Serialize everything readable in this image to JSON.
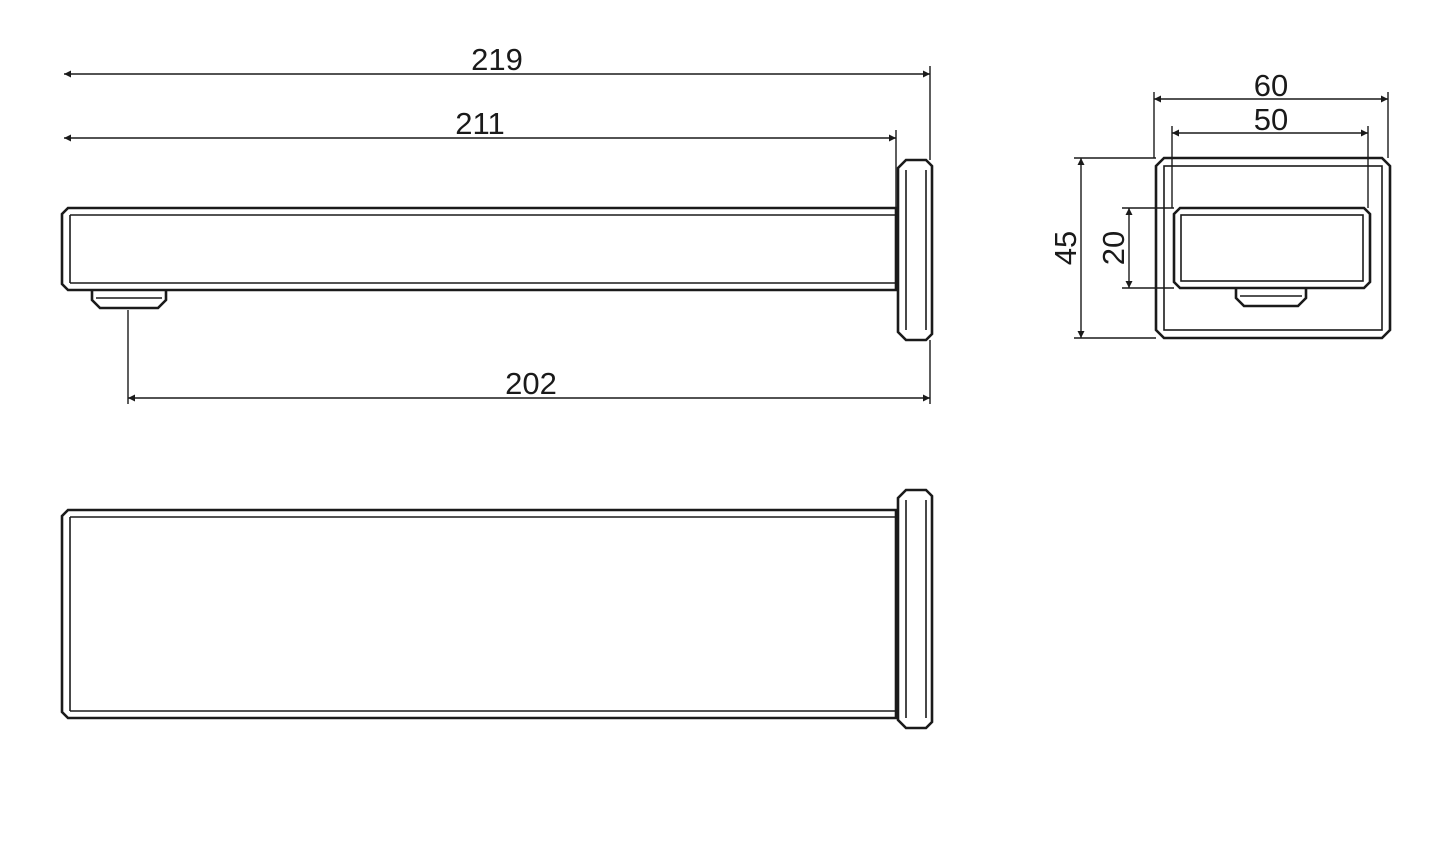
{
  "dimensions": {
    "overall_length": "219",
    "spout_length": "211",
    "outlet_projection": "202",
    "backplate_width": "60",
    "spout_width": "50",
    "backplate_height": "45",
    "spout_height": "20"
  },
  "colors": {
    "line": "#1a1a1a",
    "background": "#ffffff"
  }
}
